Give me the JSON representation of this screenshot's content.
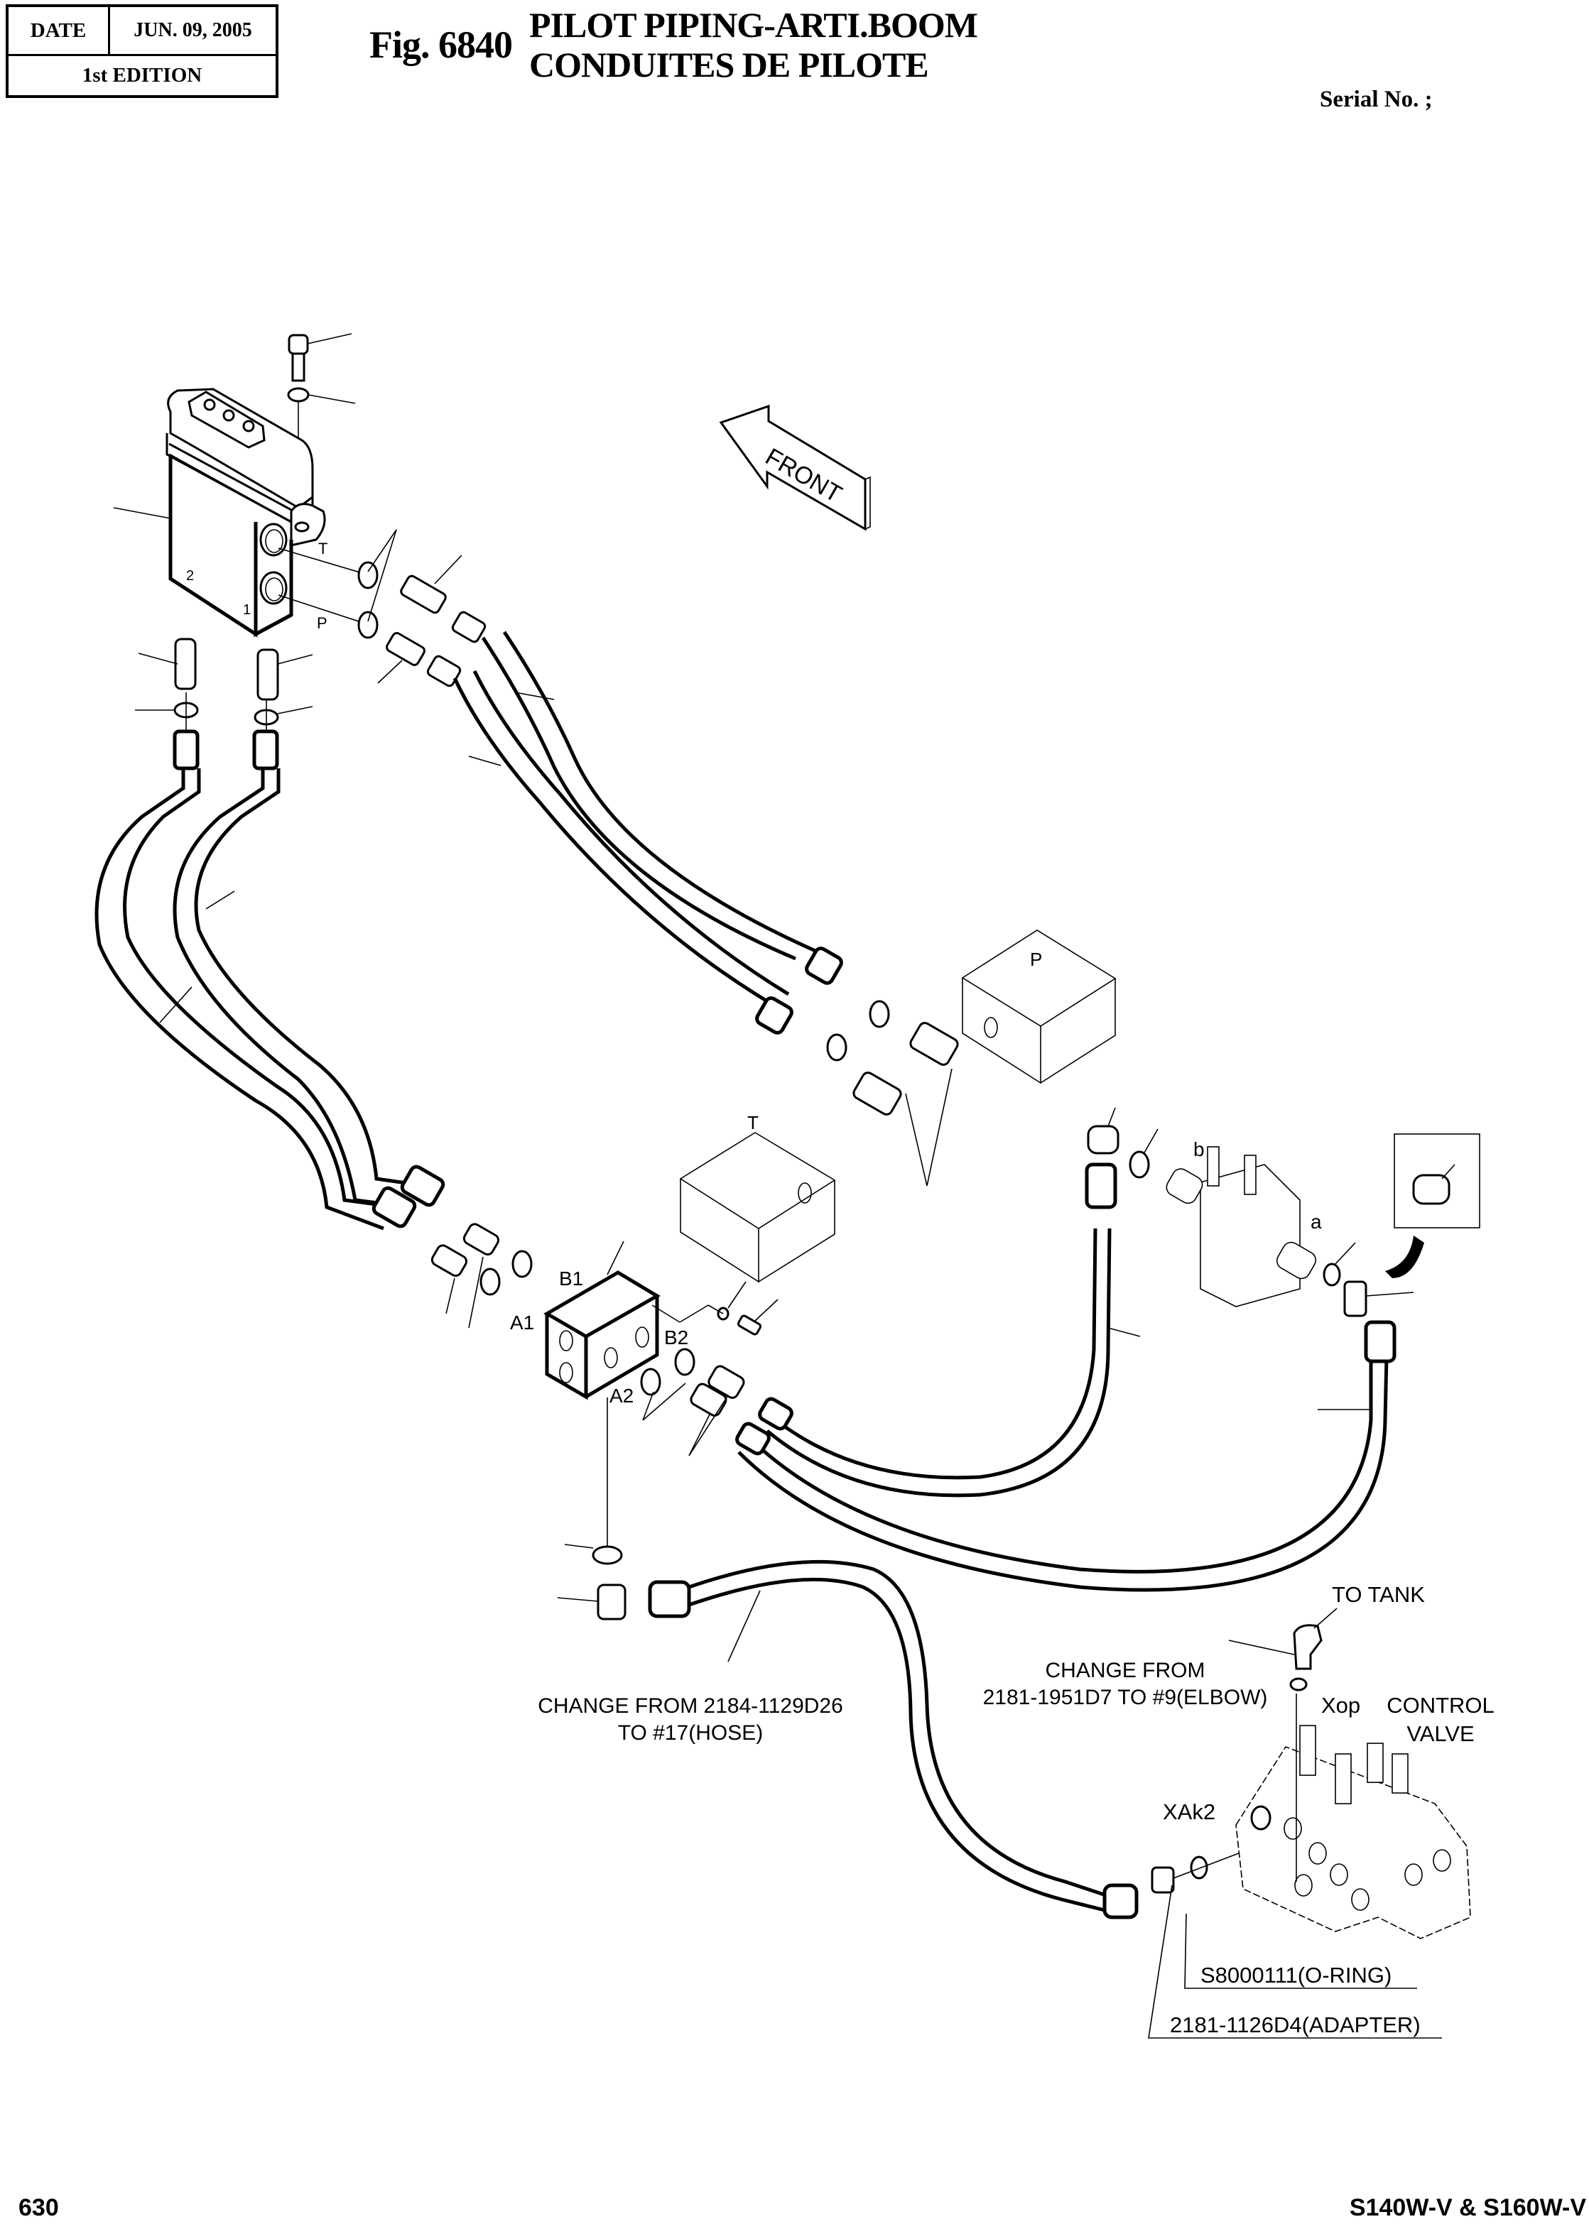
{
  "header": {
    "date_label": "DATE",
    "date_value": "JUN. 09, 2005",
    "edition": "1st EDITION",
    "figure_number": "Fig. 6840",
    "title_en": "PILOT PIPING-ARTI.BOOM",
    "title_fr": "CONDUITES DE PILOTE",
    "serial_label": "Serial No. ;"
  },
  "footer": {
    "page_number": "630",
    "model": "S140W-V & S160W-V"
  },
  "diagram": {
    "front_arrow_label": "FRONT",
    "pilot_valve_ports": {
      "t": "T",
      "p": "P",
      "port_1": "1",
      "port_2": "2"
    },
    "tank_block_label": "T",
    "pressure_block_label": "P",
    "manifold_ports": {
      "b1": "B1",
      "a1": "A1",
      "b2": "B2",
      "a2": "A2"
    },
    "solenoid_ports": {
      "a": "a",
      "b": "b"
    },
    "control_valve_ports": {
      "xop": "Xop",
      "xak2": "XAk2"
    },
    "annotations": {
      "hose_change_line1": "CHANGE FROM 2184-1129D26",
      "hose_change_line2": "TO #17(HOSE)",
      "elbow_change_line1": "CHANGE FROM",
      "elbow_change_line2": "2181-1951D7 TO #9(ELBOW)",
      "to_tank": "TO TANK",
      "control_valve_line1": "CONTROL",
      "control_valve_line2": "VALVE",
      "o_ring_part": "S8000111(O-RING)",
      "adapter_part": "2181-1126D4(ADAPTER)"
    }
  }
}
